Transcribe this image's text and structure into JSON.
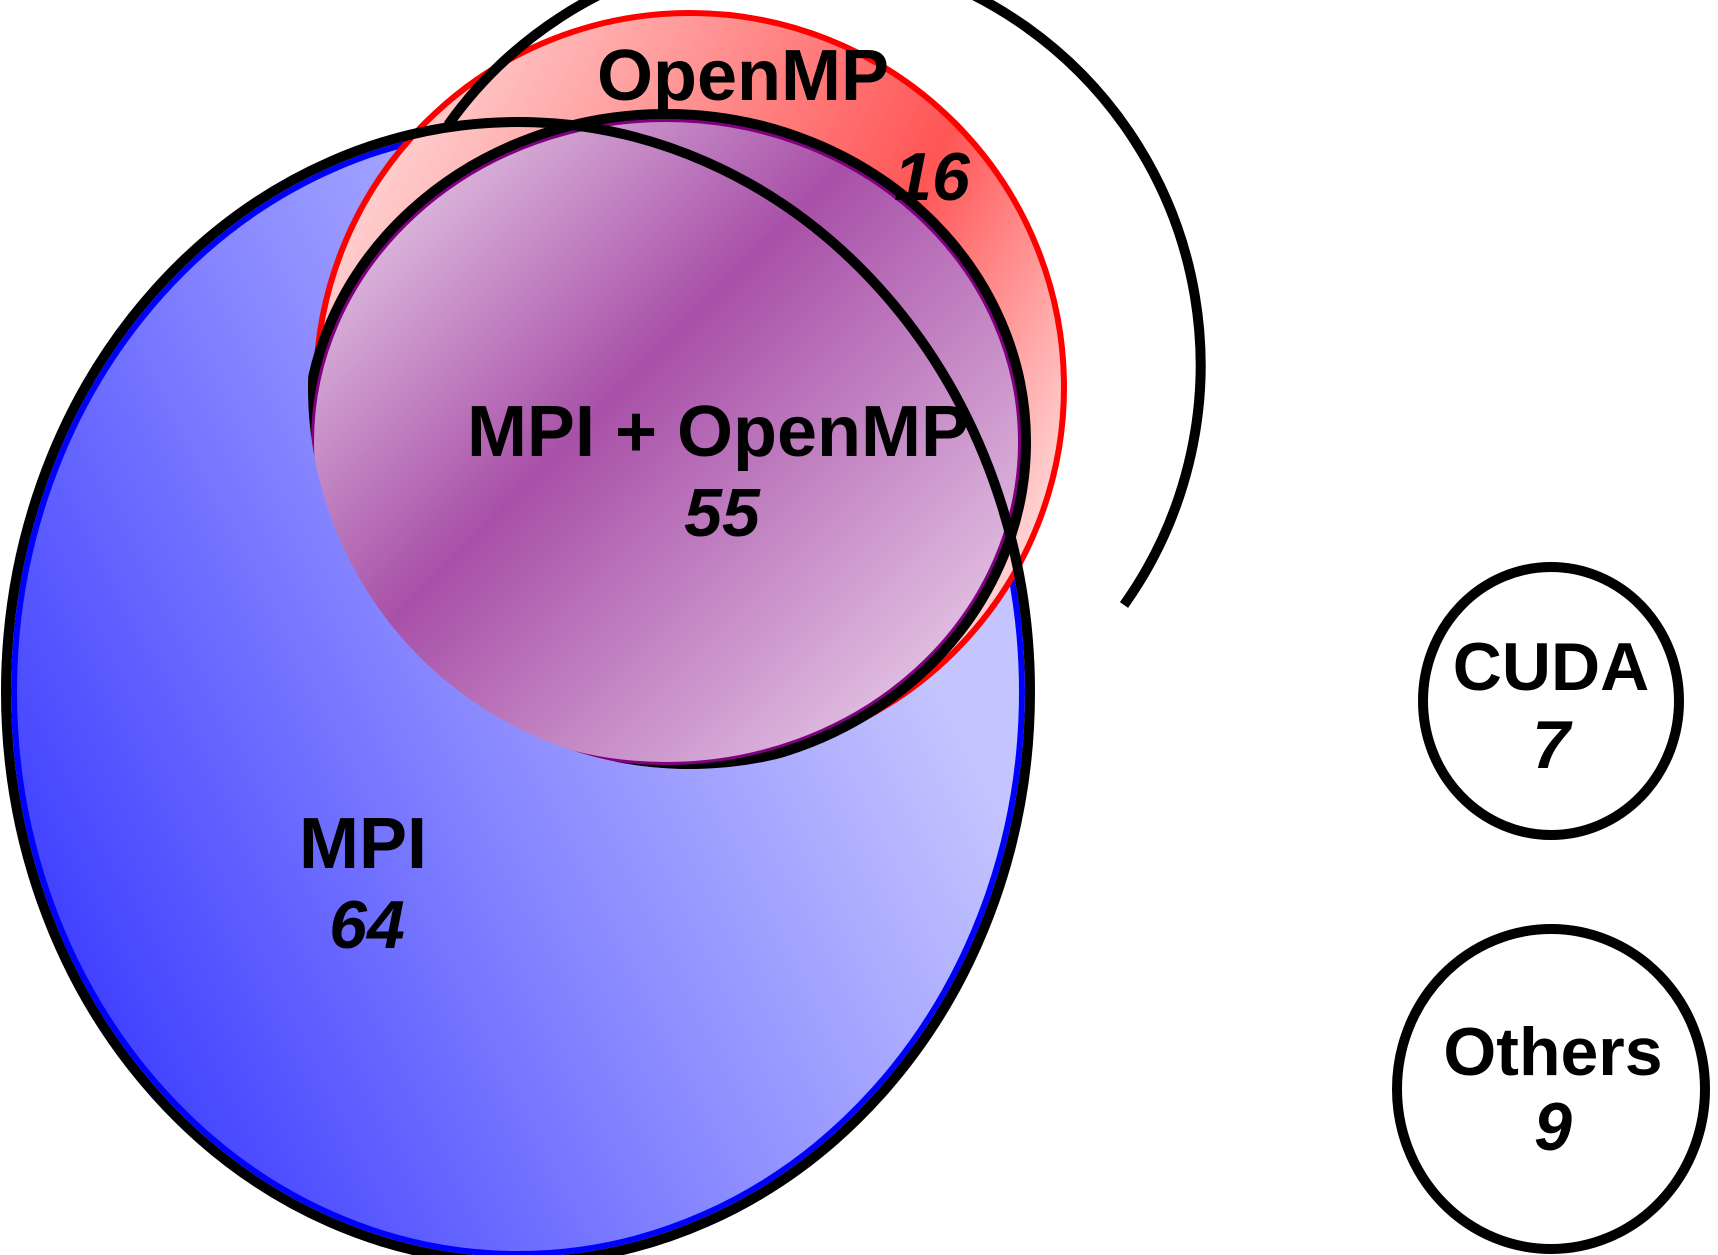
{
  "diagram": {
    "type": "venn",
    "sets": [
      {
        "id": "mpi",
        "label": "MPI",
        "count": "64",
        "color": "#0000ff"
      },
      {
        "id": "openmp",
        "label": "OpenMP",
        "count": "16",
        "color": "#ff0000"
      },
      {
        "id": "mpi_openmp",
        "label": "MPI + OpenMP",
        "count": "55",
        "color": "#800080"
      },
      {
        "id": "cuda",
        "label": "CUDA",
        "count": "7",
        "color": "#000000"
      },
      {
        "id": "others",
        "label": "Others",
        "count": "9",
        "color": "#000000"
      }
    ]
  }
}
